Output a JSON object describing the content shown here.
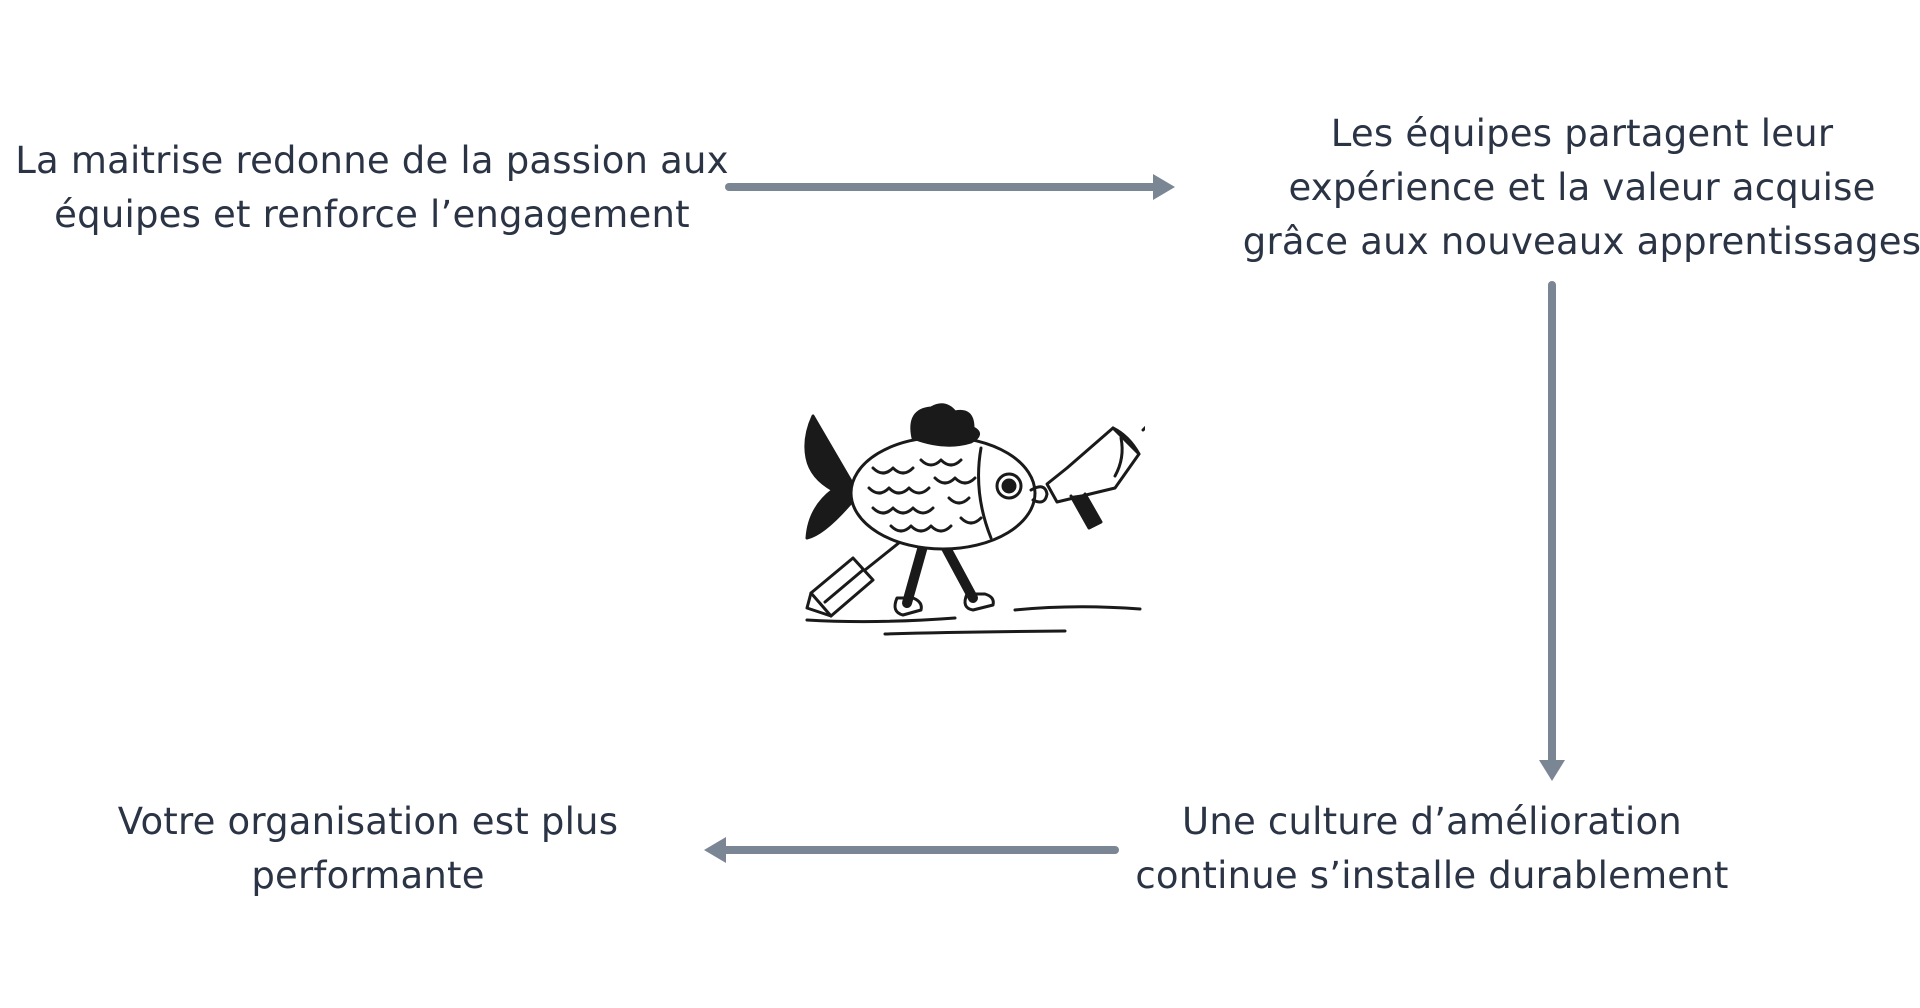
{
  "nodes": [
    {
      "lines": [
        "La maitrise redonne de la passion aux",
        "équipes et renforce l’engagement"
      ]
    },
    {
      "lines": [
        "Les équipes partagent leur",
        "expérience et la valeur acquise",
        "grâce aux nouveaux apprentissages"
      ]
    },
    {
      "lines": [
        "Une culture d’amélioration",
        "continue s’installe durablement"
      ]
    },
    {
      "lines": [
        "Votre organisation est plus",
        "performante"
      ]
    }
  ],
  "colors": {
    "text": "#2b3445",
    "arrow": "#7b8694",
    "ink": "#1a1a1a"
  },
  "illustration": {
    "icon": "walking-fish-with-megaphone-icon"
  }
}
